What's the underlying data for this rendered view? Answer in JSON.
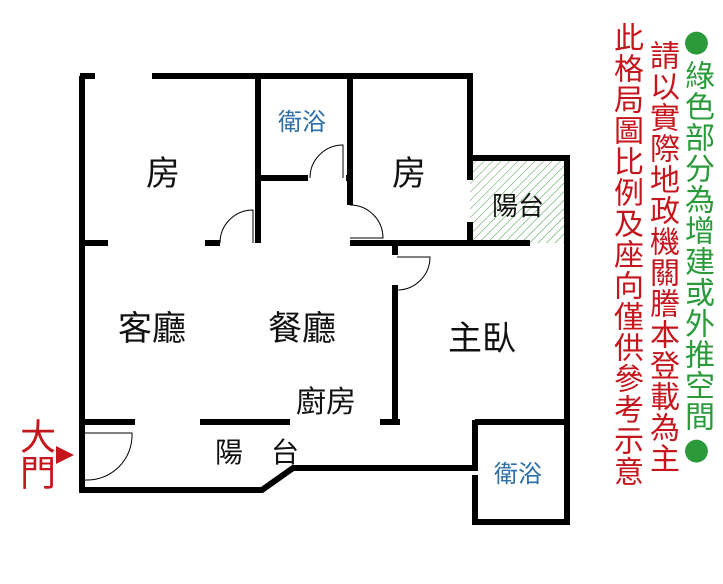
{
  "rooms": {
    "bedroom_1": "房",
    "bathroom_1": "衛浴",
    "bedroom_2": "房",
    "balcony_small": "陽台",
    "living_room": "客廳",
    "dining_room": "餐廳",
    "master_bedroom": "主臥",
    "kitchen": "廚房",
    "balcony_main": "陽　台",
    "bathroom_2": "衛浴"
  },
  "entrance": "大門",
  "notes": {
    "disclaimer": "此格局圖比例及座向僅供參考示意",
    "official": "請以實際地政機關謄本登載為主",
    "green_note": "●綠色部分為增建或外推空間●"
  },
  "colors": {
    "wall": "#000000",
    "note_red": "#c4161c",
    "note_green": "#2a9a3a",
    "bath_label": "#2c6ea8",
    "hatch": "#4a9a4a"
  }
}
